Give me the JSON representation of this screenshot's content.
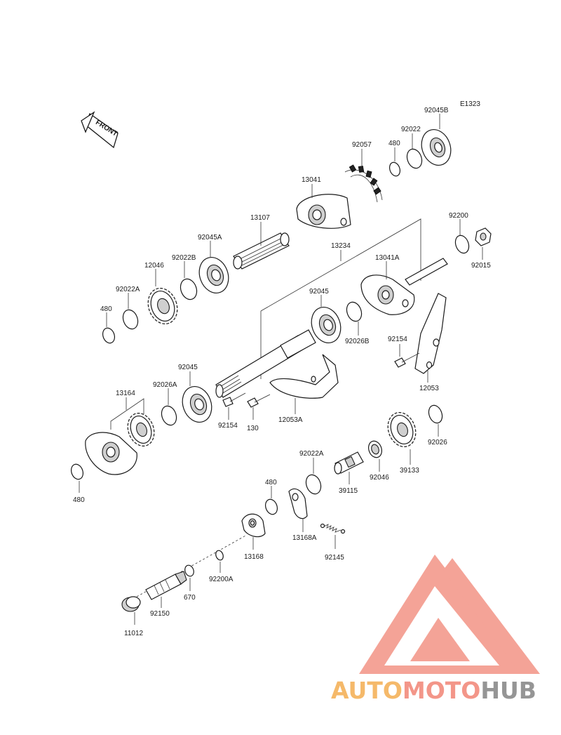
{
  "diagram_code": "E1323",
  "front_label": "FRONT",
  "watermark": {
    "part1": "AUTO",
    "part2": "MOTO",
    "part3": "HUB",
    "color_orange": "#f5b25a",
    "color_salmon": "#f28b7d",
    "color_gray": "#8a8a8a"
  },
  "parts": {
    "p92045B": "92045B",
    "p92022_top": "92022",
    "p480_top": "480",
    "p92057": "92057",
    "p13041": "13041",
    "p13107": "13107",
    "p92045A": "92045A",
    "p92022B": "92022B",
    "p12046": "12046",
    "p92022A_left": "92022A",
    "p480_left": "480",
    "p13234": "13234",
    "p13041A": "13041A",
    "p92200": "92200",
    "p92015": "92015",
    "p92045": "92045",
    "p92026B": "92026B",
    "p92154_right": "92154",
    "p12053": "12053",
    "p92045_low": "92045",
    "p92026A": "92026A",
    "p13164": "13164",
    "p480_bottom": "480",
    "p92154_low": "92154",
    "p130": "130",
    "p12053A": "12053A",
    "p92026": "92026",
    "p39133": "39133",
    "p92046": "92046",
    "p39115": "39115",
    "p92022A_mid": "92022A",
    "p480_mid": "480",
    "p13168A": "13168A",
    "p92145": "92145",
    "p13168": "13168",
    "p92200A": "92200A",
    "p670": "670",
    "p92150": "92150",
    "p11012": "11012"
  }
}
